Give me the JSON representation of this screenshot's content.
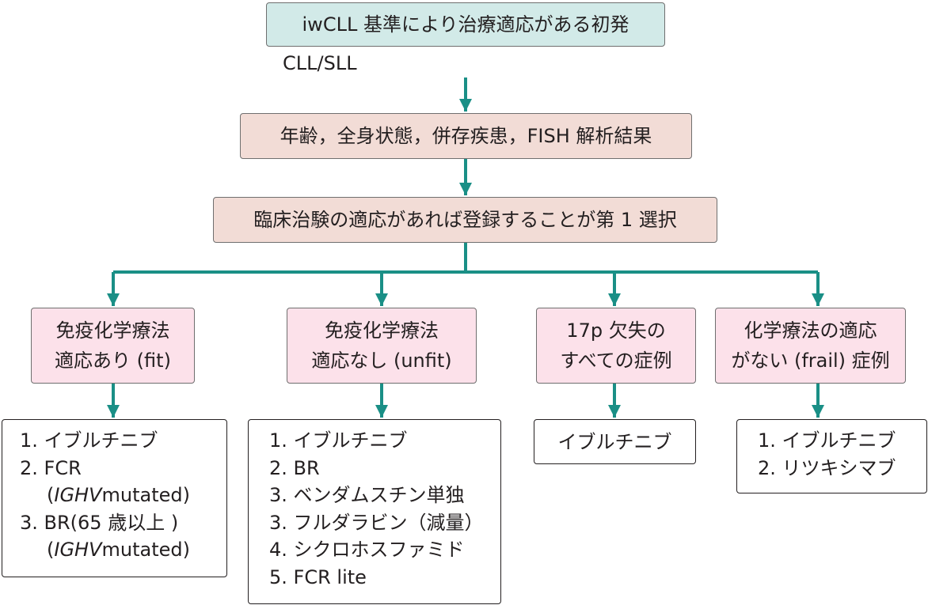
{
  "top": {
    "line1": "iwCLL 基準により治療適応がある初発",
    "line2": "CLL/SLL"
  },
  "step_assessment": "年齢，全身状態，併存疾患，FISH 解析結果",
  "step_trial": "臨床治験の適応があれば登録することが第 1 選択",
  "categories": [
    {
      "line1": "免疫化学療法",
      "line2": "適応あり (fit)",
      "treatments": [
        "1. イブルチニブ",
        "2. FCR",
        "(",
        "IGHV",
        "mutated)",
        "3. BR(65 歳以上 )",
        "(",
        "IGHV",
        "mutated)"
      ]
    },
    {
      "line1": "免疫化学療法",
      "line2": "適応なし (unfit)",
      "treatments": [
        "1. イブルチニブ",
        "2. BR",
        "3. ベンダムスチン単独",
        "3. フルダラビン（減量）",
        "4. シクロホスファミド",
        "5. FCR lite"
      ]
    },
    {
      "line1": "17p 欠失の",
      "line2": "すべての症例",
      "treatments": [
        "イブルチニブ"
      ]
    },
    {
      "line1": "化学療法の適応",
      "line2": "がない (frail) 症例",
      "treatments": [
        "1. イブルチニブ",
        "2. リツキシマブ"
      ]
    }
  ],
  "colors": {
    "arrow": "#1a8f86",
    "top_box": "#d2eae8",
    "step_box": "#f2dcd6",
    "category_box": "#fce1ea"
  }
}
